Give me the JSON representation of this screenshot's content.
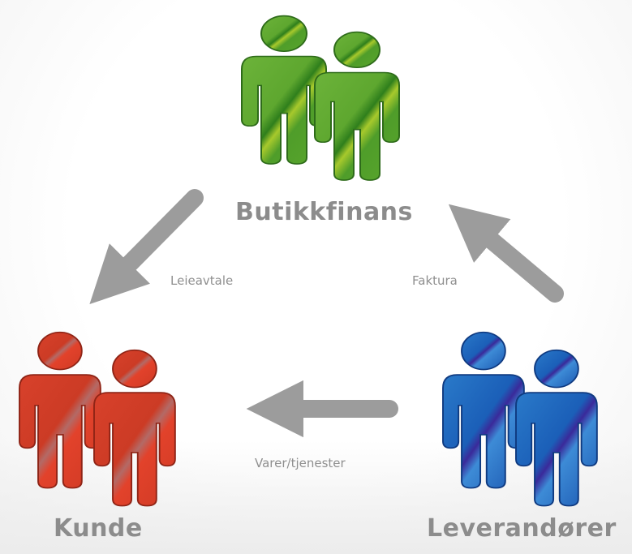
{
  "parties": {
    "finance": {
      "label": "Butikkfinans",
      "color": "#4c9a2a"
    },
    "customer": {
      "label": "Kunde",
      "color": "#d23a26"
    },
    "supplier": {
      "label": "Leverandører",
      "color": "#1b4fb3"
    }
  },
  "flows": {
    "lease": {
      "label": "Leieavtale"
    },
    "invoice": {
      "label": "Faktura"
    },
    "goods": {
      "label": "Varer/tjenester"
    }
  },
  "arrow_color": "#9c9c9c"
}
